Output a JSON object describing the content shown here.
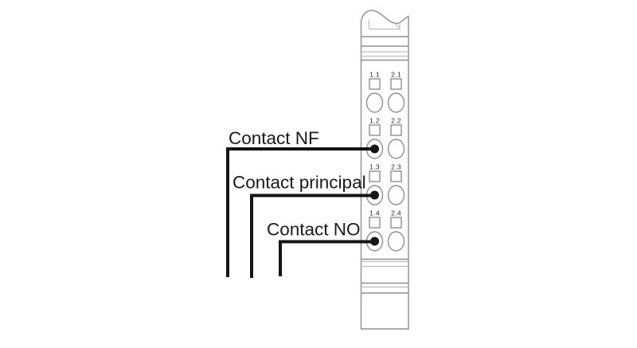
{
  "background": "#ffffff",
  "colors": {
    "module_outline": "#8f8f8f",
    "module_outline_light": "#bdbdbd",
    "callout_line": "#141414",
    "callout_text": "#1a1a1a",
    "terminal_label_text": "#2b2b2b",
    "connection_dot": "#141414"
  },
  "module": {
    "terminal_rows": [
      {
        "left": "1.1",
        "right": "2.1"
      },
      {
        "left": "1.2",
        "right": "2.2"
      },
      {
        "left": "1.3",
        "right": "2.3"
      },
      {
        "left": "1.4",
        "right": "2.4"
      }
    ]
  },
  "callouts": [
    {
      "label": "Contact NF",
      "terminal": "1.2"
    },
    {
      "label": "Contact principal",
      "terminal": "1.3"
    },
    {
      "label": "Contact NO",
      "terminal": "1.4"
    }
  ]
}
